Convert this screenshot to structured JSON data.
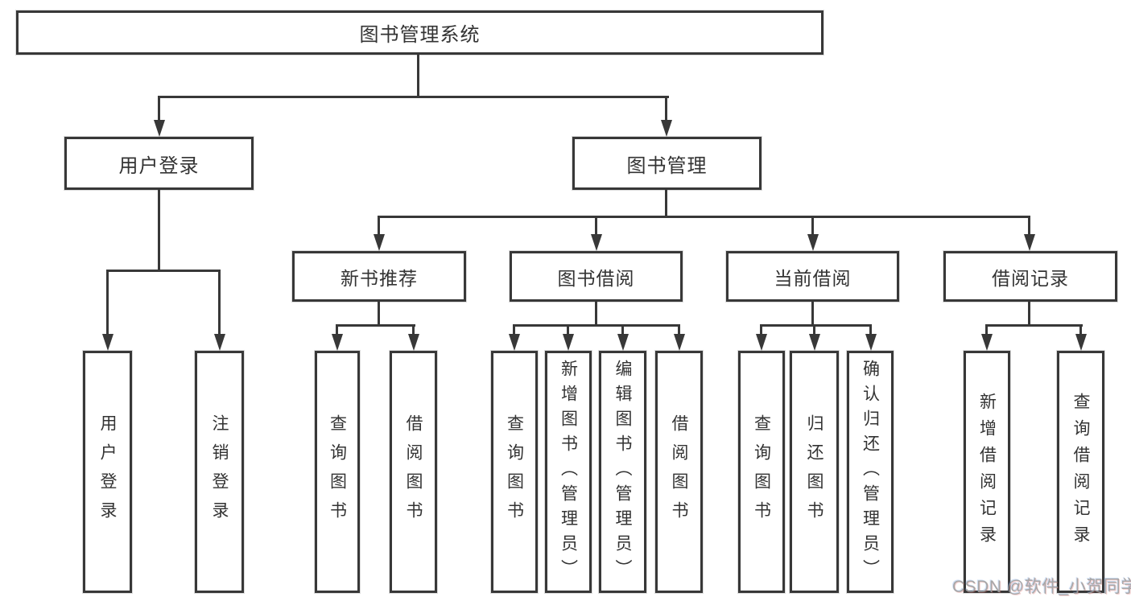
{
  "colors": {
    "line": "#383838",
    "box_border": "#383838",
    "text": "#333333",
    "watermark": "#9e9e9e",
    "background": "#ffffff"
  },
  "tree": {
    "root": "图书管理系统",
    "level2": {
      "user_login": "用户登录",
      "book_management": "图书管理"
    },
    "level3": {
      "new_book_recommend": "新书推荐",
      "book_borrowing": "图书借阅",
      "current_borrowing": "当前借阅",
      "borrowing_records": "借阅记录"
    },
    "leaves": {
      "user_login": "用户登录",
      "logout": "注销登录",
      "recommend_query_book": "查询图书",
      "recommend_borrow_book": "借阅图书",
      "borrowing_query_book": "查询图书",
      "borrowing_add_book": "新增图书（管理员）",
      "borrowing_edit_book": "编辑图书（管理员）",
      "borrowing_borrow_book": "借阅图书",
      "current_query_book": "查询图书",
      "current_return_book": "归还图书",
      "current_confirm_return": "确认归还（管理员）",
      "records_add_record": "新增借阅记录",
      "records_query_record": "查询借阅记录"
    }
  },
  "watermark": "CSDN @软件_小贺同学"
}
